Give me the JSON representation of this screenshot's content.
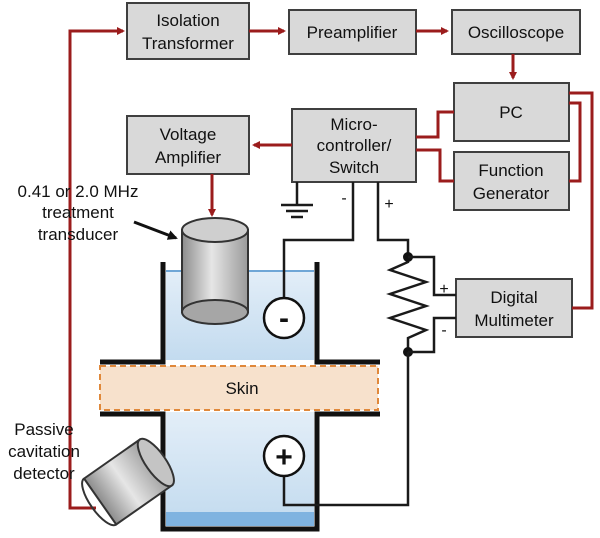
{
  "blocks": {
    "isolation_transformer": [
      "Isolation",
      "Transformer"
    ],
    "preamplifier": "Preamplifier",
    "oscilloscope": "Oscilloscope",
    "pc": "PC",
    "microcontroller": [
      "Micro-",
      "controller/",
      "Switch"
    ],
    "voltage_amplifier": [
      "Voltage",
      "Amplifier"
    ],
    "function_generator": [
      "Function",
      "Generator"
    ],
    "digital_multimeter": [
      "Digital",
      "Multimeter"
    ]
  },
  "labels": {
    "treatment_transducer": [
      "0.41 or 2.0 MHz",
      "treatment",
      "transducer"
    ],
    "cavitation_detector": [
      "Passive",
      "cavitation",
      "detector"
    ],
    "skin": "Skin"
  },
  "signs": {
    "micro_minus": "-",
    "micro_plus": "+",
    "dmm_plus": "+",
    "dmm_minus": "-",
    "electrode_minus": "-",
    "electrode_plus": "+"
  },
  "colors": {
    "signal_line": "#9b1c1c",
    "box_fill": "#d9d9d9",
    "water": "#cfe3f3",
    "skin": "#f7e1cc",
    "skin_border": "#e0883a"
  }
}
